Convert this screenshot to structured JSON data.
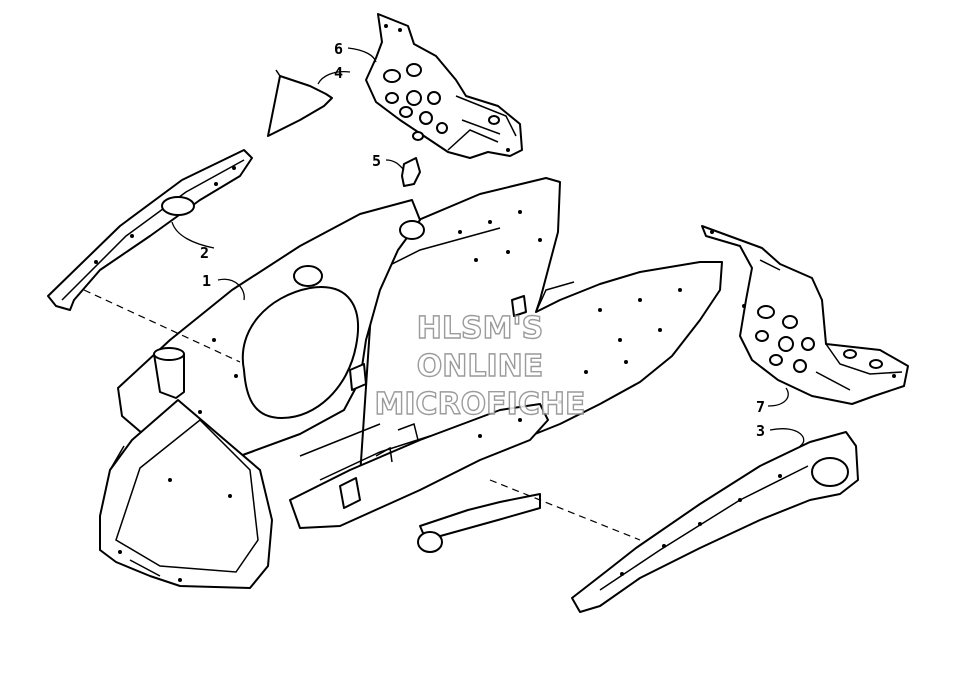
{
  "diagram": {
    "callouts": [
      {
        "id": "c1",
        "label": "1"
      },
      {
        "id": "c2",
        "label": "2"
      },
      {
        "id": "c3",
        "label": "3"
      },
      {
        "id": "c4",
        "label": "4"
      },
      {
        "id": "c5",
        "label": "5"
      },
      {
        "id": "c6",
        "label": "6"
      },
      {
        "id": "c7",
        "label": "7"
      }
    ],
    "watermark": {
      "line1": "HLSM'S",
      "line2": "ONLINE",
      "line3": "MICROFICHE",
      "color": "#8a8a8a"
    },
    "colors": {
      "ink": "#000000",
      "paper": "#ffffff"
    }
  }
}
